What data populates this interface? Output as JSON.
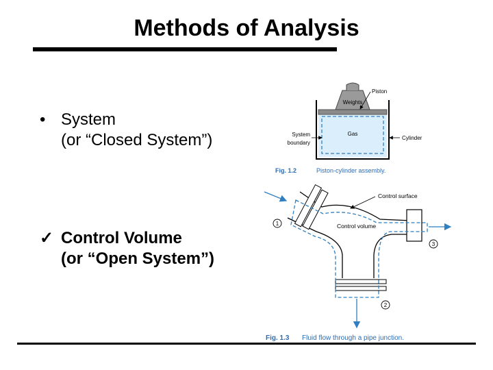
{
  "slide": {
    "title": "Methods of Analysis",
    "bullets": [
      {
        "marker": "•",
        "line1": "System",
        "line2": "(or “Closed System”)"
      },
      {
        "marker": "✓",
        "line1": "Control Volume",
        "line2": "(or “Open System”)"
      }
    ]
  },
  "figures": {
    "fig12": {
      "labels": {
        "weights": "Weights",
        "piston": "Piston",
        "gas": "Gas",
        "system_boundary_1": "System",
        "system_boundary_2": "boundary",
        "cylinder": "Cylinder"
      },
      "caption_num": "Fig. 1.2",
      "caption_text": "Piston-cylinder assembly."
    },
    "fig13": {
      "labels": {
        "control_surface": "Control surface",
        "control_volume": "Control volume",
        "port1": "1",
        "port2": "2",
        "port3": "3"
      },
      "caption_num": "Fig. 1.3",
      "caption_text": "Fluid flow through a pipe junction."
    }
  },
  "colors": {
    "boundary_blue": "#2f7fc1",
    "gas_fill": "#dbeefb",
    "piston_gray": "#8a8a8a",
    "caption_blue": "#2a6db5"
  }
}
